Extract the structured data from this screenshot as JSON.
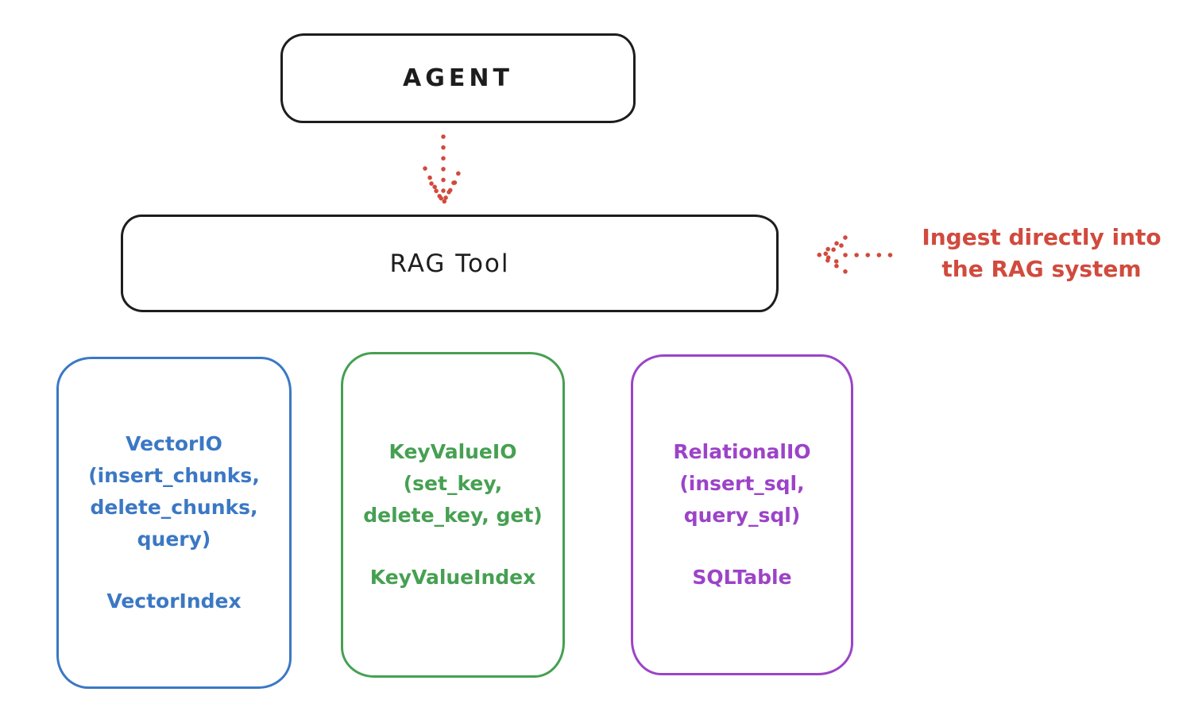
{
  "colors": {
    "stroke": "#1d1d1d",
    "red": "#d14a3d",
    "blue": "#3b78c4",
    "green": "#46a052",
    "purple": "#9c43c8",
    "background": "#ffffff"
  },
  "nodes": {
    "agent": {
      "label": "AGENT"
    },
    "rag_tool": {
      "label": "RAG Tool"
    }
  },
  "annotation": {
    "line1": "Ingest directly into",
    "line2": "the RAG system"
  },
  "storage_boxes": [
    {
      "id": "vector-io",
      "color": "#3b78c4",
      "lines": [
        "VectorIO",
        "(insert_chunks,",
        "delete_chunks,",
        "query)"
      ],
      "index_label": "VectorIndex"
    },
    {
      "id": "key-value-io",
      "color": "#46a052",
      "lines": [
        "KeyValueIO",
        "(set_key,",
        "delete_key, get)"
      ],
      "index_label": "KeyValueIndex"
    },
    {
      "id": "relational-io",
      "color": "#9c43c8",
      "lines": [
        "RelationalIO",
        "(insert_sql,",
        "query_sql)"
      ],
      "index_label": "SQLTable"
    }
  ]
}
